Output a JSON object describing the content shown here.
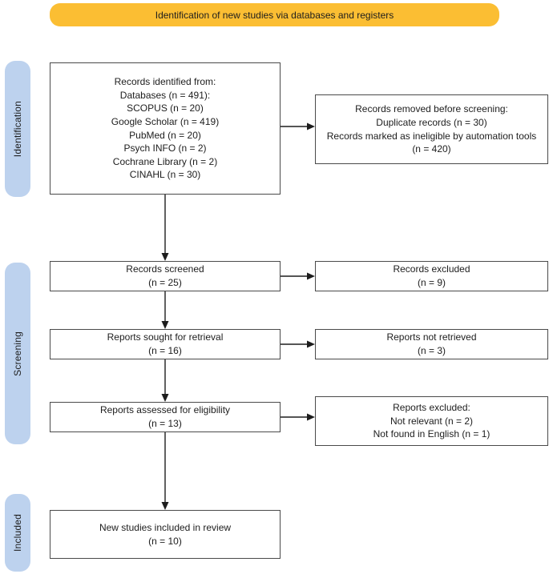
{
  "colors": {
    "banner_bg": "#FBBE33",
    "stage_bg": "#BDD2EE",
    "box_border": "#4a4a4a",
    "ink": "#1d1d1d"
  },
  "banner": {
    "title": "Identification of new studies via databases and registers"
  },
  "stages": [
    {
      "label": "Identification"
    },
    {
      "label": "Screening"
    },
    {
      "label": "Included"
    }
  ],
  "boxes": {
    "identified": {
      "lines": [
        "Records identified from:",
        "Databases (n = 491):",
        "SCOPUS (n = 20)",
        "Google Scholar (n = 419)",
        "PubMed (n = 20)",
        "Psych INFO (n = 2)",
        "Cochrane Library (n = 2)",
        "CINAHL (n = 30)"
      ]
    },
    "removed_before_screening": {
      "lines": [
        "Records removed before screening:",
        "Duplicate records (n = 30)",
        "Records marked as ineligible by automation tools (n = 420)"
      ]
    },
    "screened": {
      "lines": [
        "Records screened",
        "(n = 25)"
      ]
    },
    "excluded": {
      "lines": [
        "Records excluded",
        "(n = 9)"
      ]
    },
    "sought": {
      "lines": [
        "Reports sought for retrieval",
        "(n = 16)"
      ]
    },
    "not_retrieved": {
      "lines": [
        "Reports not retrieved",
        "(n = 3)"
      ]
    },
    "assessed": {
      "lines": [
        "Reports assessed for eligibility",
        "(n = 13)"
      ]
    },
    "reports_excluded": {
      "lines": [
        "Reports excluded:",
        "Not relevant (n = 2)",
        "Not found in English (n = 1)"
      ]
    },
    "included_in_review": {
      "lines": [
        "New studies included in review",
        "(n = 10)"
      ]
    }
  }
}
